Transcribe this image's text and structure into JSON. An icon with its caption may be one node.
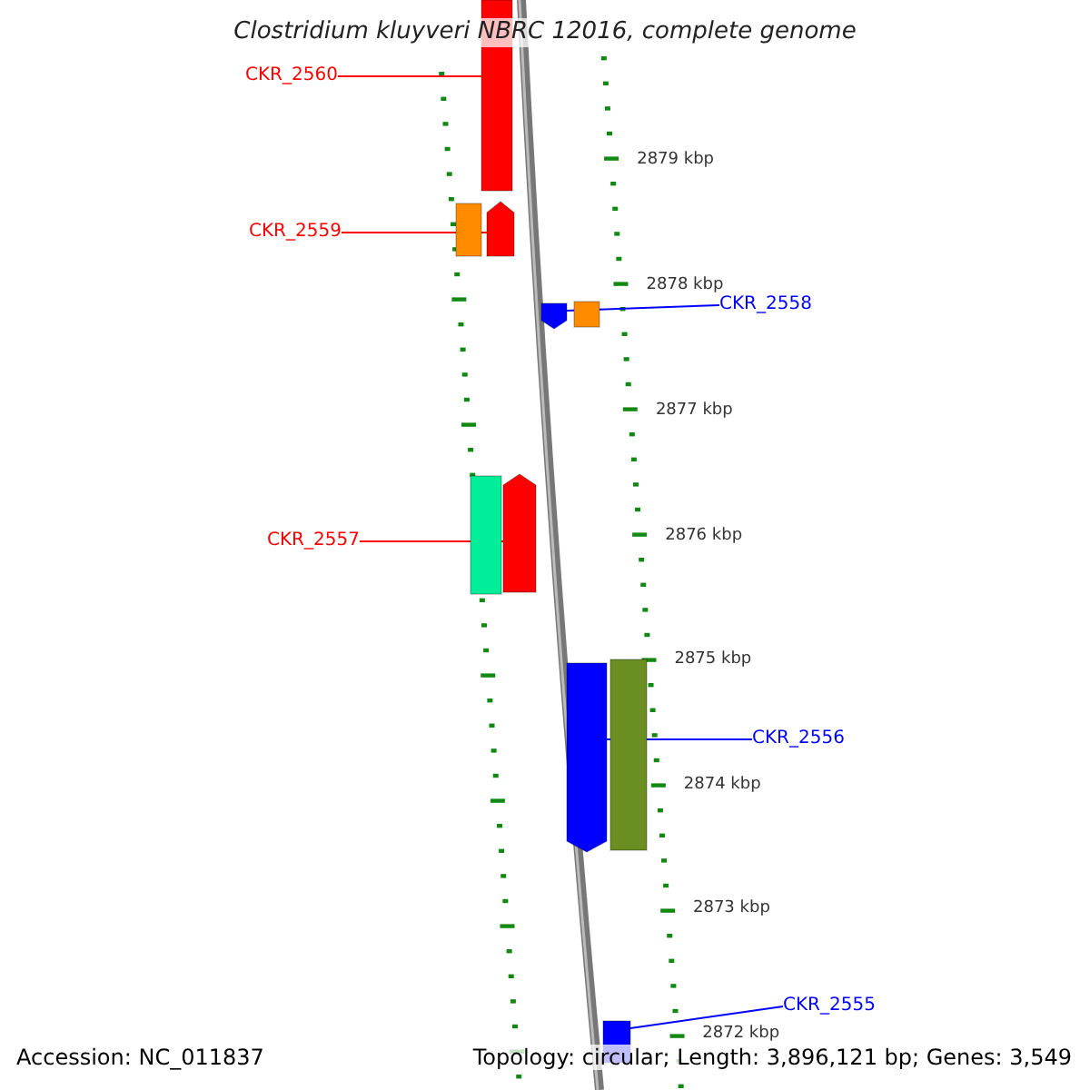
{
  "diagram": {
    "title": "Clostridium kluyveri NBRC 12016, complete genome",
    "nodes": [
      {
        "text": [
          "CKR_2560"
        ]
      },
      {
        "text": [],
        "shape": "bar"
      },
      {
        "text": [
          "CKR_2559"
        ]
      },
      {
        "text": [],
        "shape": "bar"
      },
      {
        "text": [],
        "shape": "pentagon"
      },
      {
        "text": [],
        "shape": "pentagon"
      },
      {
        "text": [],
        "shape": "bar"
      },
      {
        "text": [
          "CKR_2558"
        ]
      },
      {
        "text": [],
        "shape": "bar"
      },
      {
        "text": [],
        "shape": "pentagon"
      },
      {
        "text": [
          "CKR_2557"
        ]
      },
      {
        "text": [],
        "shape": "pentagon"
      },
      {
        "text": [],
        "shape": "bar"
      },
      {
        "text": [
          "CKR_2556"
        ]
      },
      {
        "text": [],
        "shape": "bar"
      },
      {
        "text": [
          "CKR_2555"
        ]
      }
    ],
    "edges": [
      {
        "from": 0,
        "to": 1,
        "arrow": "none",
        "color": "#ff0000"
      },
      {
        "from": 2,
        "to": 4,
        "arrow": "none",
        "color": "#ff0000"
      },
      {
        "from": 7,
        "to": 5,
        "arrow": "none",
        "color": "#0000ff"
      },
      {
        "from": 10,
        "to": 9,
        "arrow": "none",
        "color": "#ff0000"
      },
      {
        "from": 13,
        "to": 11,
        "arrow": "none",
        "color": "#0000ff"
      },
      {
        "from": 15,
        "to": 14,
        "arrow": "none",
        "color": "#0000ff"
      }
    ],
    "labels": [
      "2879 kbp",
      "2878 kbp",
      "2877 kbp",
      "2876 kbp",
      "2875 kbp",
      "2874 kbp",
      "2873 kbp",
      "2872 kbp",
      "Accession: NC_011837",
      "Topology: circular; Length: 3,896,121 bp; Genes: 3,549"
    ]
  }
}
